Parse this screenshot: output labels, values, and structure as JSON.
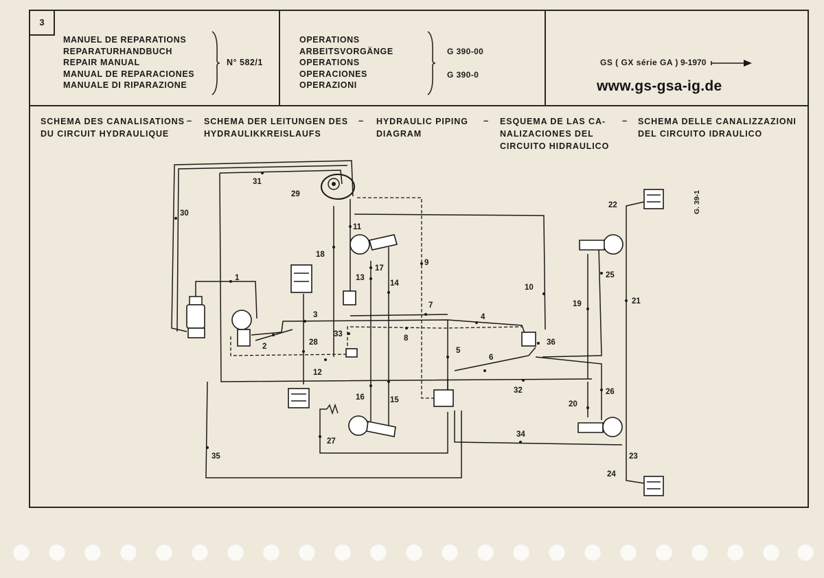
{
  "header": {
    "page_number": "3",
    "manual_titles": [
      "MANUEL DE REPARATIONS",
      "REPARATURHANDBUCH",
      "REPAIR MANUAL",
      "MANUAL DE REPARACIONES",
      "MANUALE DI RIPARAZIONE"
    ],
    "manual_number": "N° 582/1",
    "operations_titles": [
      "OPERATIONS",
      "ARBEITSVORGÄNGE",
      "OPERATIONS",
      "OPERACIONES",
      "OPERAZIONI"
    ],
    "operation_codes": [
      "G 390-00",
      "G 390-0"
    ],
    "model": "GS ( GX série GA )",
    "date": "9-1970",
    "website": "www.gs-gsa-ig.de"
  },
  "captions": [
    {
      "lines": [
        "SCHEMA DES CANALISATIONS",
        "DU CIRCUIT HYDRAULIQUE"
      ]
    },
    {
      "lines": [
        "SCHEMA DER LEITUNGEN DES",
        "HYDRAULIKKREISLAUFS"
      ]
    },
    {
      "lines": [
        "HYDRAULIC PIPING",
        "DIAGRAM"
      ]
    },
    {
      "lines": [
        "ESQUEMA DE LAS CA-",
        "NALIZACIONES DEL",
        "CIRCUITO HIDRAULICO"
      ]
    },
    {
      "lines": [
        "SCHEMA DELLE CANALIZZAZIONI",
        "DEL CIRCUITO IDRAULICO"
      ]
    }
  ],
  "caption_separator": "–",
  "diagram": {
    "reference": "G. 39-1",
    "callouts": [
      "1",
      "2",
      "3",
      "4",
      "5",
      "6",
      "7",
      "8",
      "9",
      "10",
      "11",
      "12",
      "13",
      "14",
      "15",
      "16",
      "17",
      "18",
      "19",
      "20",
      "21",
      "22",
      "23",
      "24",
      "25",
      "26",
      "27",
      "28",
      "29",
      "30",
      "31",
      "32",
      "33",
      "34",
      "35",
      "36"
    ]
  },
  "colors": {
    "paper": "#efe9dc",
    "ink": "#1c1a17"
  }
}
